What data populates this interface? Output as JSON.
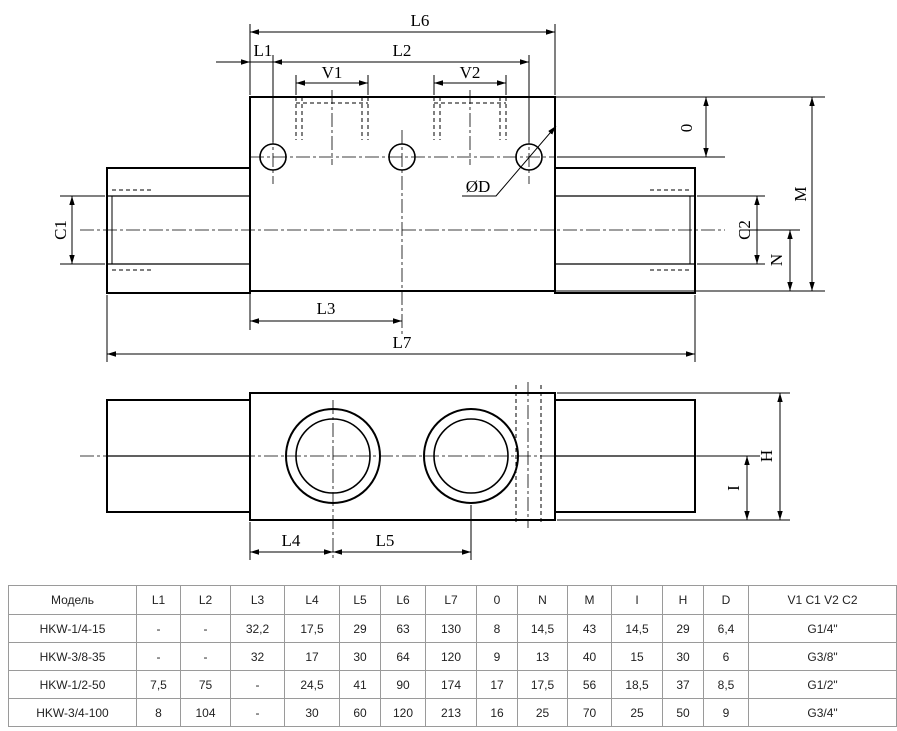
{
  "drawing": {
    "labels": {
      "L6": "L6",
      "L1": "L1",
      "L2": "L2",
      "V1": "V1",
      "V2": "V2",
      "O": "0",
      "M": "M",
      "D": "ØD",
      "C1": "C1",
      "C2": "C2",
      "N": "N",
      "L3": "L3",
      "L7": "L7",
      "H": "H",
      "I": "I",
      "L4": "L4",
      "L5": "L5"
    }
  },
  "table": {
    "headers": [
      "Модель",
      "L1",
      "L2",
      "L3",
      "L4",
      "L5",
      "L6",
      "L7",
      "0",
      "N",
      "M",
      "I",
      "H",
      "D",
      "V1 C1 V2 C2"
    ],
    "rows": [
      [
        "HKW-1/4-15",
        "-",
        "-",
        "32,2",
        "17,5",
        "29",
        "63",
        "130",
        "8",
        "14,5",
        "43",
        "14,5",
        "29",
        "6,4",
        "G1/4\""
      ],
      [
        "HKW-3/8-35",
        "-",
        "-",
        "32",
        "17",
        "30",
        "64",
        "120",
        "9",
        "13",
        "40",
        "15",
        "30",
        "6",
        "G3/8\""
      ],
      [
        "HKW-1/2-50",
        "7,5",
        "75",
        "-",
        "24,5",
        "41",
        "90",
        "174",
        "17",
        "17,5",
        "56",
        "18,5",
        "37",
        "8,5",
        "G1/2\""
      ],
      [
        "HKW-3/4-100",
        "8",
        "104",
        "-",
        "30",
        "60",
        "120",
        "213",
        "16",
        "25",
        "70",
        "25",
        "50",
        "9",
        "G3/4\""
      ]
    ]
  }
}
